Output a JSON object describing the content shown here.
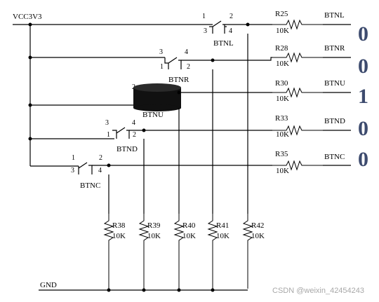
{
  "supply_label": "VCC3V3",
  "ground_label": "GND",
  "rows": [
    {
      "button": "BTNL",
      "pin_top_left": "1",
      "pin_top_right": "2",
      "pin_bot_left": "3",
      "pin_bot_right": "4",
      "resistor": "R25",
      "value": "10K",
      "signal": "BTNL",
      "state": "0"
    },
    {
      "button": "BTNR",
      "pin_top_left": "3",
      "pin_top_right": "4",
      "pin_bot_left": "1",
      "pin_bot_right": "2",
      "resistor": "R28",
      "value": "10K",
      "signal": "BTNR",
      "state": "0"
    },
    {
      "button": "BTNU",
      "pin_top_left": "2",
      "pin_top_right": "",
      "pin_bot_left": "",
      "pin_bot_right": "",
      "resistor": "R30",
      "value": "10K",
      "signal": "BTNU",
      "state": "1"
    },
    {
      "button": "BTND",
      "pin_top_left": "3",
      "pin_top_right": "4",
      "pin_bot_left": "1",
      "pin_bot_right": "2",
      "resistor": "R33",
      "value": "10K",
      "signal": "BTND",
      "state": "0"
    },
    {
      "button": "BTNC",
      "pin_top_left": "1",
      "pin_top_right": "2",
      "pin_bot_left": "3",
      "pin_bot_right": "4",
      "resistor": "R35",
      "value": "10K",
      "signal": "BTNC",
      "state": "0"
    }
  ],
  "pulldowns": [
    {
      "ref": "R38",
      "value": "10K"
    },
    {
      "ref": "R39",
      "value": "10K"
    },
    {
      "ref": "R40",
      "value": "10K"
    },
    {
      "ref": "R41",
      "value": "10K"
    },
    {
      "ref": "R42",
      "value": "10K"
    }
  ],
  "watermark": "CSDN @weixin_42454243"
}
